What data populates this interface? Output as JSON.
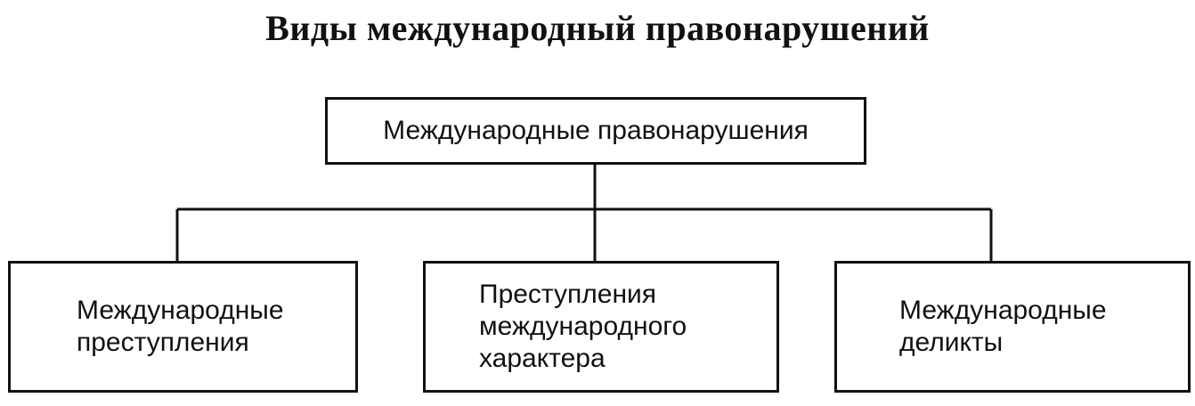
{
  "title": "Виды международный правонарушений",
  "root": {
    "label": "Международные правонарушения"
  },
  "children": [
    {
      "label": "Международные\nпреступления"
    },
    {
      "label": "Преступления\nмеждународного\nхарактера"
    },
    {
      "label": "Международные\nделикты"
    }
  ]
}
